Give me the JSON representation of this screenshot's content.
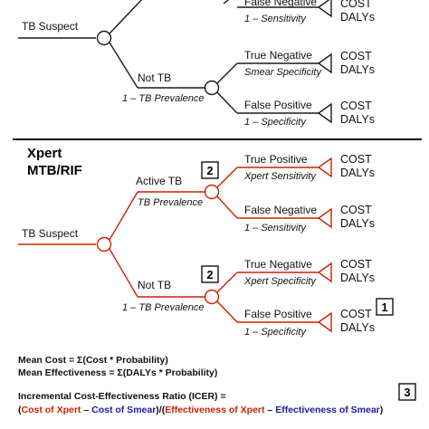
{
  "smear_tree": {
    "root_label": "TB Suspect",
    "branch_not_tb": {
      "label": "Not TB",
      "prob": "1 – TB Prevalence"
    },
    "outcomes": [
      {
        "label": "False Negative",
        "prob": "1 – Sensitivity",
        "cost": "COST",
        "dalys": "DALYs"
      },
      {
        "label": "True Negative",
        "prob": "Smear Specificity",
        "cost": "COST",
        "dalys": "DALYs"
      },
      {
        "label": "False Positive",
        "prob": "1 – Specificity",
        "cost": "COST",
        "dalys": "DALYs"
      }
    ]
  },
  "xpert_tree": {
    "title_line1": "Xpert",
    "title_line2": "MTB/RIF",
    "root_label": "TB Suspect",
    "branch_active_tb": {
      "label": "Active TB",
      "prob": "TB Prevalence"
    },
    "branch_not_tb": {
      "label": "Not TB",
      "prob": "1 – TB Prevalence"
    },
    "outcomes": [
      {
        "label": "True Positive",
        "prob": "Xpert Sensitivity",
        "cost": "COST",
        "dalys": "DALYs"
      },
      {
        "label": "False Negative",
        "prob": "1 – Sensitivity",
        "cost": "COST",
        "dalys": "DALYs"
      },
      {
        "label": "True Negative",
        "prob": "Xpert Specificity",
        "cost": "COST",
        "dalys": "DALYs"
      },
      {
        "label": "False Positive",
        "prob": "1 – Specificity",
        "cost": "COST",
        "dalys": "DALYs"
      }
    ],
    "box_labels": [
      "2",
      "2",
      "1"
    ]
  },
  "colors": {
    "smear_tree": "#1a1a1a",
    "xpert_tree": "#cc2200",
    "formula_blue": "#1a1aa0"
  },
  "formulas": {
    "mean_cost": "Mean Cost = Σ(Cost * Probability)",
    "mean_effectiveness": "Mean Effectiveness = Σ(DALYs * Probability)",
    "icer_title": "Incremental Cost-Effectiveness Ratio (ICER) =",
    "icer_box": "3",
    "icer_open": "(",
    "icer_cost_xpert": "Cost of Xpert",
    "icer_minus1": " – ",
    "icer_cost_smear": "Cost of Smear",
    "icer_divider": ")/(",
    "icer_eff_xpert": "Effectiveness of Xpert",
    "icer_minus2": " – ",
    "icer_eff_smear": "Effectiveness of Smear",
    "icer_close": ")"
  }
}
